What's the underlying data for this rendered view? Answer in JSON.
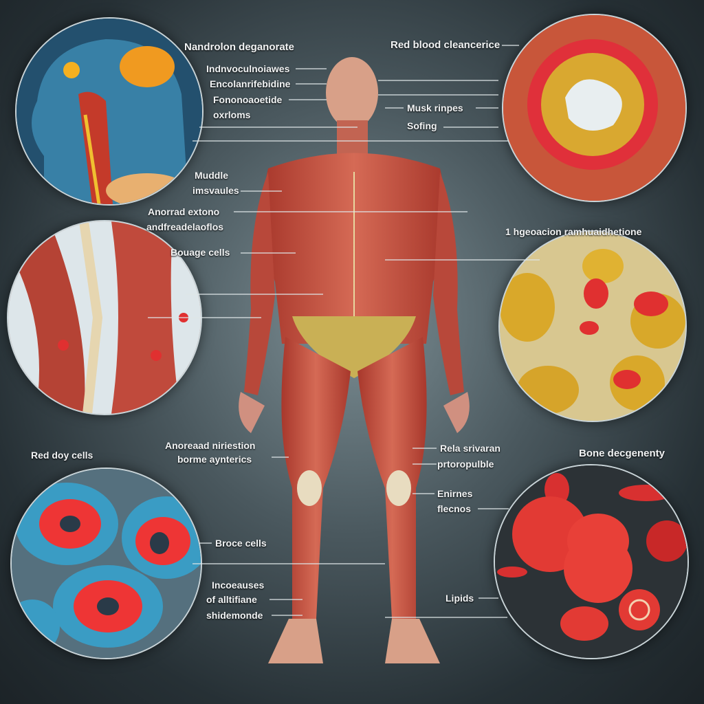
{
  "labels": {
    "nandrolon": "Nandrolon deganorate",
    "indnvo": "Indnvoculnoiawes",
    "encolan": "Encolanrifebidine",
    "fononoa_1": "Fononoaoetide",
    "fononoa_2": "oxrloms",
    "muddle_1": "Muddle",
    "muddle_2": "imsvaules",
    "anorrad_1": "Anorrad extono",
    "anorrad_2": "andfreadelaoflos",
    "bouage": "Bouage cells",
    "red_blood": "Red blood cleancerice",
    "musk": "Musk rinpes",
    "sofing": "Sofing",
    "hgeo": "1 hgeoacion ramhuaidhetione",
    "red_doy": "Red doy cells",
    "anoreaad_1": "Anoreaad niriestion",
    "anoreaad_2": "borme aynterics",
    "brace": "Broce cells",
    "incoe_1": "Incoeauses",
    "incoe_2": "of alltifiane",
    "incoe_3": "shidemonde",
    "rela_1": "Rela srivaran",
    "rela_2": "prtoropulble",
    "enir_1": "Enirnes",
    "enir_2": "flecnos",
    "lipids": "Lipids",
    "bone": "Bone decgenenty"
  },
  "colors": {
    "muscle": "#c0503f",
    "muscle_light": "#d9806a",
    "tendon": "#e8dcc0",
    "rbc": "#e0352f",
    "fat": "#d8b23a",
    "cell_blue": "#3a9cc4"
  }
}
